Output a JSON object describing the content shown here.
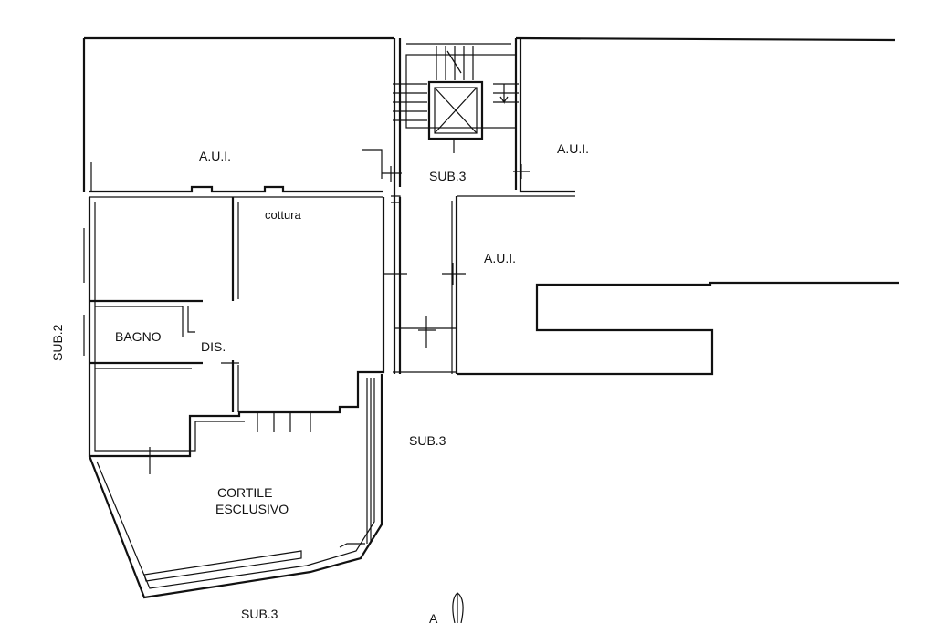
{
  "plan": {
    "labels": {
      "aui_top_left": "A.U.I.",
      "aui_top_right": "A.U.I.",
      "aui_middle": "A.U.I.",
      "sub3_stair": "SUB.3",
      "sub3_right": "SUB.3",
      "sub3_bottom": "SUB.3",
      "sub2_side": "SUB.2",
      "cottura": "cottura",
      "bagno": "BAGNO",
      "dis": "DIS.",
      "cortile_line1": "CORTILE",
      "cortile_line2": "ESCLUSIVO",
      "north_letter": "A"
    },
    "icons": {
      "elevator": "elevator-icon",
      "staircase": "staircase-icon",
      "north_arrow": "north-arrow-icon"
    }
  }
}
